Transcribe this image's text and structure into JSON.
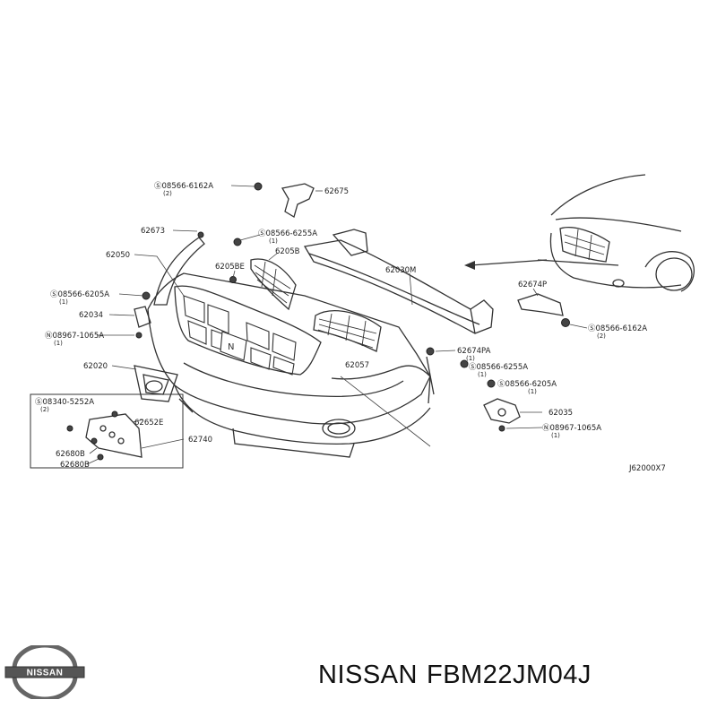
{
  "diagram": {
    "callouts": {
      "c01": "Ⓢ08566-6162A",
      "c01q": "(2)",
      "c02": "62675",
      "c03": "62673",
      "c04": "Ⓢ08566-6255A",
      "c04q": "(1)",
      "c05": "62050",
      "c06": "6205B",
      "c07": "6205BE",
      "c08": "62030M",
      "c09": "62674P",
      "c10": "Ⓢ08566-6205A",
      "c10q": "(1)",
      "c11": "62034",
      "c12": "Ⓝ08967-1065A",
      "c12q": "(1)",
      "c13": "Ⓢ08566-6162A",
      "c13q": "(2)",
      "c14": "62674PA",
      "c14q": "(1)",
      "c15": "62020",
      "c16": "62057",
      "c17": "Ⓢ08566-6255A",
      "c17q": "(1)",
      "c18": "Ⓢ08566-6205A",
      "c18q": "(1)",
      "c19": "Ⓢ08340-5252A",
      "c19q": "(2)",
      "c20": "62652E",
      "c21": "62035",
      "c22": "Ⓝ08967-1065A",
      "c22q": "(1)",
      "c23": "62740",
      "c24": "62680B",
      "c25": "62680B",
      "c26": "J62000X7"
    }
  },
  "footer": {
    "logo_text": "NISSAN",
    "brand": "NISSAN",
    "part_number": "FBM22JM04J"
  }
}
